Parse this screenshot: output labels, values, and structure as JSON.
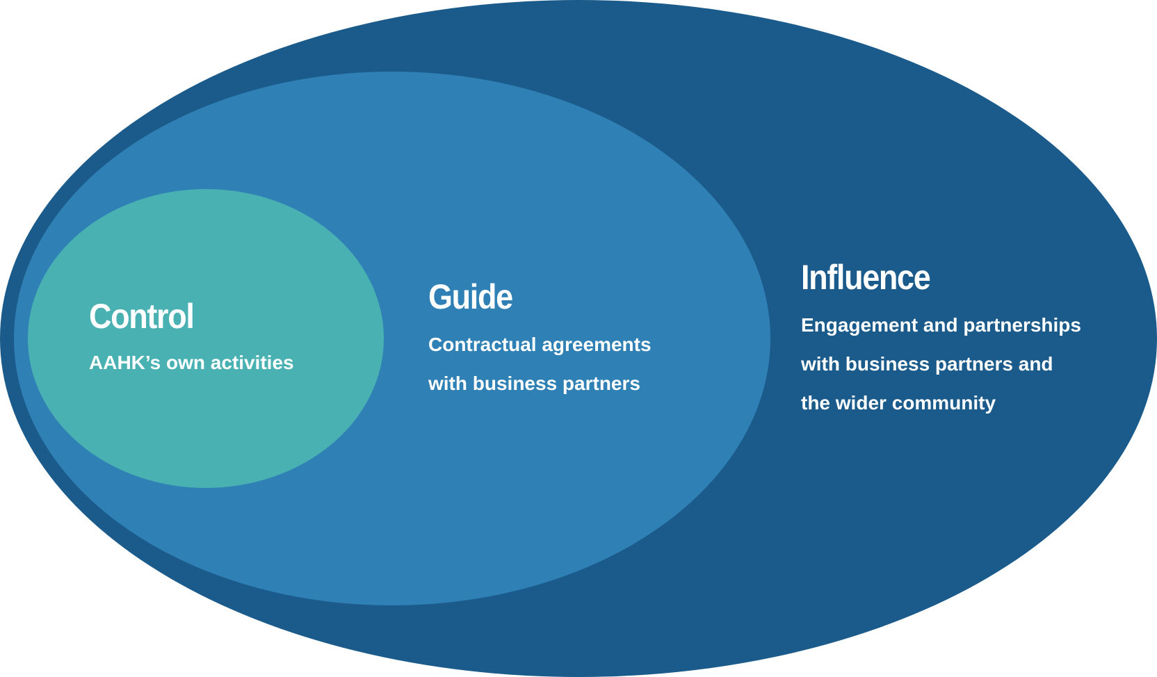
{
  "diagram": {
    "colors": {
      "outer": "#1b5b8b",
      "middle": "#2f80b5",
      "inner": "#4ab1b3",
      "text": "#ffffff"
    },
    "control": {
      "title": "Control",
      "lines": [
        "AAHK’s own activities"
      ]
    },
    "guide": {
      "title": "Guide",
      "lines": [
        "Contractual agreements",
        "with business partners"
      ]
    },
    "influence": {
      "title": "Influence",
      "lines": [
        "Engagement and partnerships",
        "with business partners and",
        "the wider community"
      ]
    }
  }
}
